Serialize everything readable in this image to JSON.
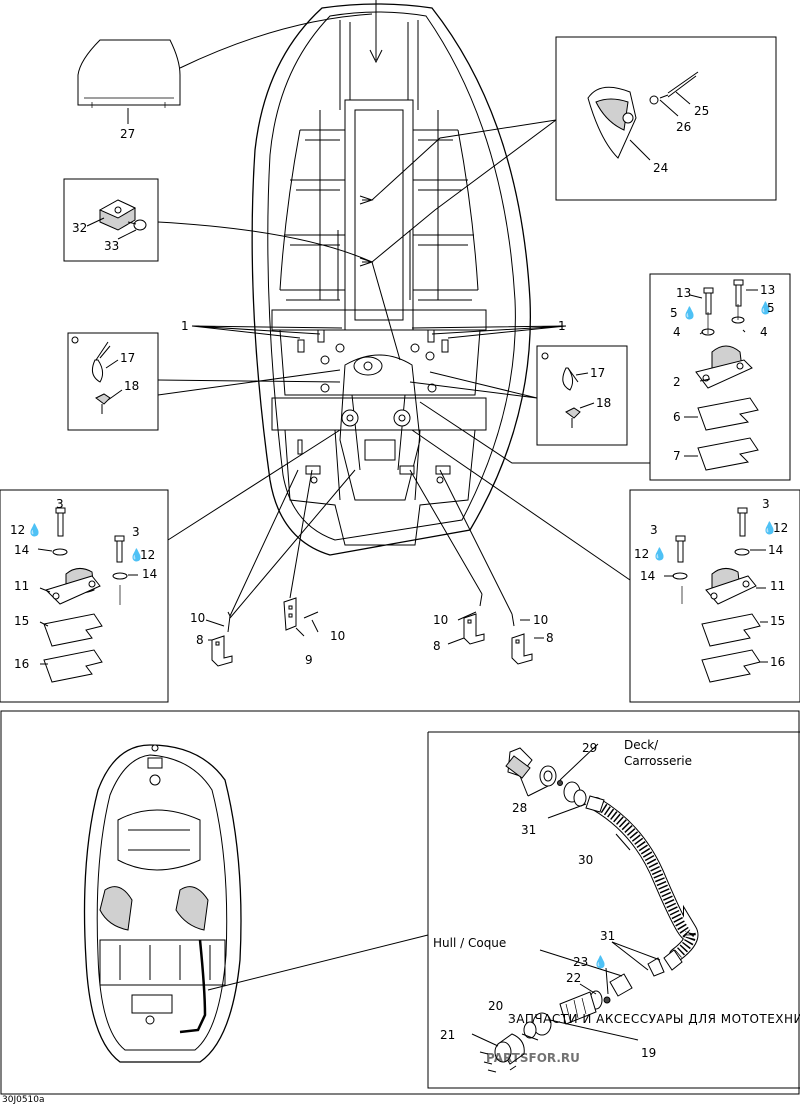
{
  "labels": {
    "deck": "Deck/",
    "carrosserie": "Carrosserie",
    "hull_coque": "Hull / Coque",
    "figure_code": "30J0510a",
    "watermark_top": "ЗАПЧАСТИ И АКСЕССУАРЫ ДЛЯ МОТОТЕХНИКИ",
    "watermark_logo": "PARTSFOR.RU"
  },
  "callouts": {
    "c1": "1",
    "c2": "2",
    "c3": "3",
    "c4": "4",
    "c5": "5",
    "c6": "6",
    "c7": "7",
    "c8": "8",
    "c9": "9",
    "c10": "10",
    "c11": "11",
    "c12": "12",
    "c13": "13",
    "c14": "14",
    "c15": "15",
    "c16": "16",
    "c17": "17",
    "c18": "18",
    "c19": "19",
    "c20": "20",
    "c21": "21",
    "c22": "22",
    "c23": "23",
    "c24": "24",
    "c25": "25",
    "c26": "26",
    "c27": "27",
    "c28": "28",
    "c29": "29",
    "c30": "30",
    "c31": "31",
    "c32": "32",
    "c33": "33"
  },
  "icons": {
    "adhesive": "drop-icon",
    "link": "circle-marker-icon"
  }
}
